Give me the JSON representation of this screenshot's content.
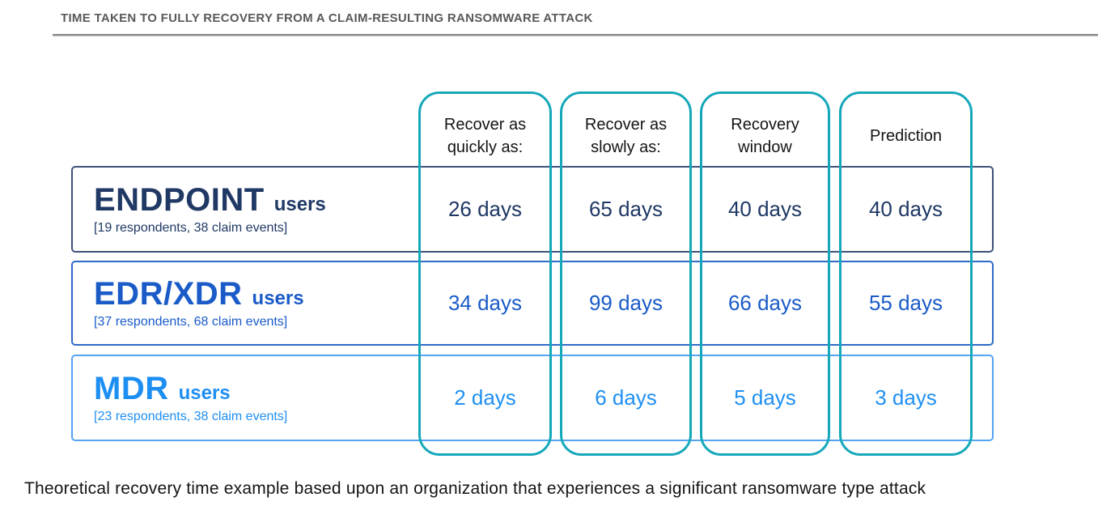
{
  "title": "TIME TAKEN TO FULLY RECOVERY FROM A CLAIM-RESULTING RANSOMWARE ATTACK",
  "caption": "Theoretical recovery time example based upon an organization that experiences a significant ransomware type attack",
  "columns": [
    {
      "label": "Recover as\nquickly as:"
    },
    {
      "label": "Recover as\nslowly as:"
    },
    {
      "label": "Recovery\nwindow"
    },
    {
      "label": "Prediction"
    }
  ],
  "rows": [
    {
      "name": "ENDPOINT",
      "suffix": "users",
      "meta": "[19 respondents, 38 claim events]",
      "values": [
        "26 days",
        "65 days",
        "40 days",
        "40 days"
      ]
    },
    {
      "name": "EDR/XDR",
      "suffix": "users",
      "meta": "[37 respondents, 68 claim events]",
      "values": [
        "34 days",
        "99 days",
        "66 days",
        "55 days"
      ]
    },
    {
      "name": "MDR",
      "suffix": "users",
      "meta": "[23 respondents, 38 claim events]",
      "values": [
        "2 days",
        "6 days",
        "5 days",
        "3 days"
      ]
    }
  ],
  "colors": {
    "title_text": "#595959",
    "column_border_teal": "#15a8ba",
    "endpoint_navy": "#1f3864",
    "edr_xdr_blue": "#1a5bc8",
    "mdr_sky_blue": "#1e8ff2",
    "header_text": "#141414"
  },
  "chart_data": {
    "type": "table",
    "title": "TIME TAKEN TO FULLY RECOVERY FROM A CLAIM-RESULTING RANSOMWARE ATTACK",
    "columns": [
      "Recover as quickly as:",
      "Recover as slowly as:",
      "Recovery window",
      "Prediction"
    ],
    "rows": [
      {
        "group": "ENDPOINT users",
        "respondents": 19,
        "claim_events": 38,
        "values_days": [
          26,
          65,
          40,
          40
        ]
      },
      {
        "group": "EDR/XDR users",
        "respondents": 37,
        "claim_events": 68,
        "values_days": [
          34,
          99,
          66,
          55
        ]
      },
      {
        "group": "MDR users",
        "respondents": 23,
        "claim_events": 38,
        "values_days": [
          2,
          6,
          5,
          3
        ]
      }
    ],
    "footnote": "Theoretical recovery time example based upon an organization that experiences a significant ransomware type attack"
  }
}
